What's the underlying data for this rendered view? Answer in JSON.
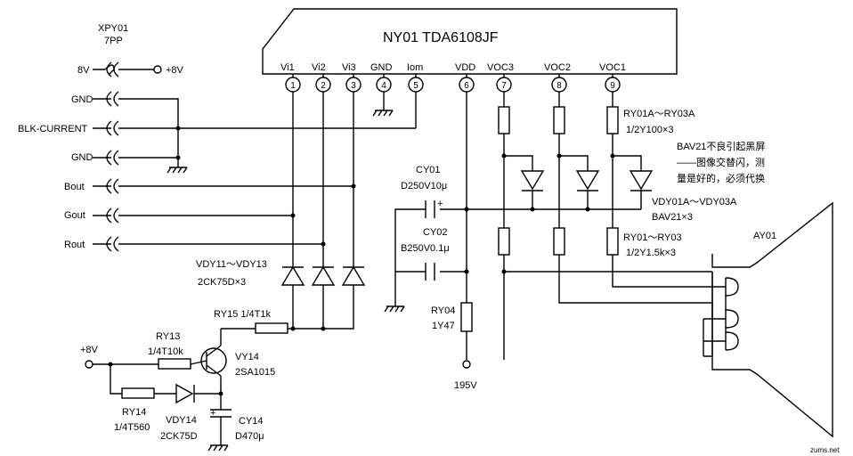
{
  "ic": {
    "title": "NY01  TDA6108JF",
    "pins": [
      {
        "name": "Vi1",
        "num": "1"
      },
      {
        "name": "Vi2",
        "num": "2"
      },
      {
        "name": "Vi3",
        "num": "3"
      },
      {
        "name": "GND",
        "num": "4"
      },
      {
        "name": "Iom",
        "num": "5"
      },
      {
        "name": "VDD",
        "num": "6"
      },
      {
        "name": "VOC3",
        "num": "7"
      },
      {
        "name": "VOC2",
        "num": "8"
      },
      {
        "name": "VOC1",
        "num": "9"
      }
    ]
  },
  "connector": {
    "ref": "XPY01",
    "type": "7PP",
    "pins": [
      "8V",
      "GND",
      "BLK-CURRENT",
      "GND",
      "Bout",
      "Gout",
      "Rout"
    ],
    "supply": "+8V"
  },
  "components": {
    "ry01a": "RY01A～RY03A",
    "ry01a_val": "1/2Y100×3",
    "note_line1": "BAV21不良引起黑屏",
    "note_line2": "——图像交替闪，测",
    "note_line3": "量是好的，必须代换",
    "cy01": "CY01",
    "cy01_val": "D250V10μ",
    "cy02": "CY02",
    "cy02_val": "B250V0.1μ",
    "vdy01a": "VDY01A～VDY03A",
    "vdy01a_val": "BAV21×3",
    "ry01": "RY01～RY03",
    "ry01_val": "1/2Y1.5k×3",
    "ay01": "AY01",
    "ry04": "RY04",
    "ry04_val": "1Y47",
    "v195": "195V",
    "vdy11": "VDY11～VDY13",
    "vdy11_val": "2CK75D×3",
    "ry15": "RY15  1/4T1k",
    "vy14": "VY14",
    "vy14_val": "2SA1015",
    "ry13": "RY13",
    "ry13_val": "1/4T10k",
    "plus8v": "+8V",
    "ry14": "RY14",
    "ry14_val": "1/4T560",
    "vdy14": "VDY14",
    "vdy14_val": "2CK75D",
    "cy14": "CY14",
    "cy14_val": "D470μ",
    "watermark": "zums.net"
  }
}
